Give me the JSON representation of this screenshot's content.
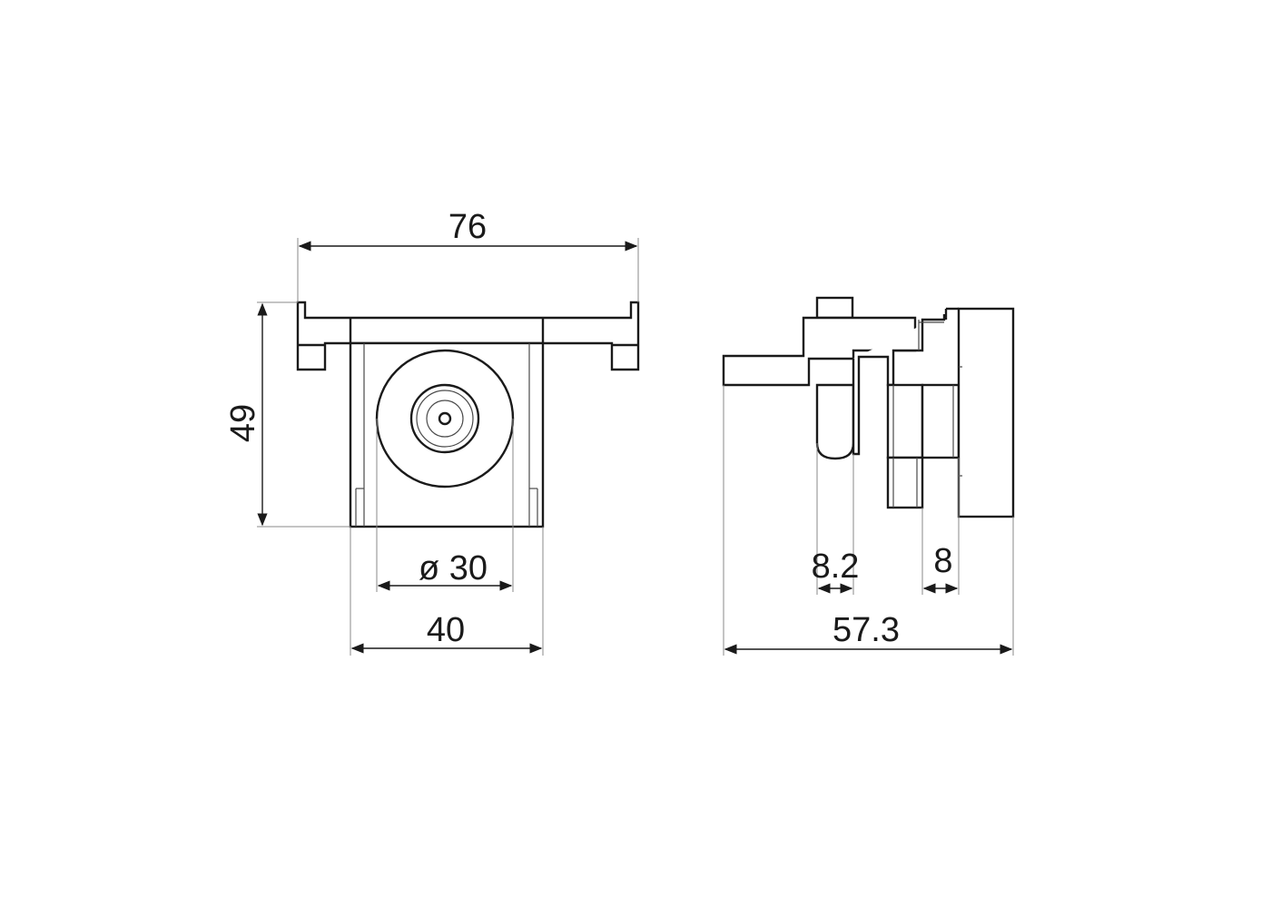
{
  "dimensions": {
    "front_width": "76",
    "front_height": "49",
    "diameter": "ø 30",
    "body_width": "40",
    "side_depth": "57.3",
    "side_small_a": "8.2",
    "side_small_b": "8"
  }
}
